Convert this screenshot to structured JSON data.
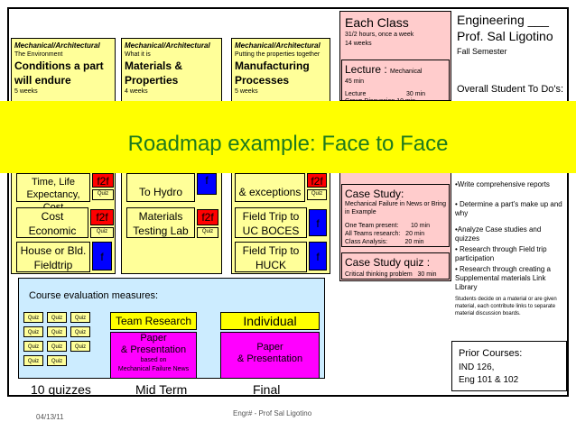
{
  "columns": [
    {
      "header": "Mechanical/Architectural",
      "sub": "The Environment",
      "title": "Conditions a part will endure",
      "duration": "5 weeks"
    },
    {
      "header": "Mechanical/Architectural",
      "sub": "What it is",
      "title": "Materials & Properties",
      "duration": "4 weeks"
    },
    {
      "header": "Mechanical/Architectural",
      "sub": "Putting the properties together",
      "title": "Manufacturing Processes",
      "duration": "5 weeks"
    }
  ],
  "row1": {
    "c1": "Time, Life Expectancy, Cost",
    "c1_quiz": "Quiz",
    "c1_tag": "f2f",
    "c2": "To Hydro",
    "c2_tag": "f",
    "c3": "& exceptions",
    "c3_quiz": "Quiz",
    "c3_tag": "f2f"
  },
  "row2": {
    "c1": "Cost Economic",
    "c1_quiz": "Quiz",
    "c1_tag": "f2f",
    "c2": "Materials Testing Lab",
    "c2_quiz": "Quiz",
    "c2_tag": "f2f",
    "c3": "Field Trip to UC BOCES",
    "c3_tag": "f"
  },
  "row3": {
    "c1": "House or Bld. Fieldtrip",
    "c1_tag": "f",
    "c3": "Field Trip to HUCK",
    "c3_tag": "f"
  },
  "each_class": {
    "title": "Each Class",
    "l1": "31/2 hours, once a week",
    "l2": "14 weeks",
    "lecture_title": "Lecture :",
    "lecture_sub": "Mechanical",
    "lecture_min": "45 min",
    "lecture_row": "Lecture",
    "lecture_row_min": "30 min",
    "group_cut": "Group Discussion   10 min"
  },
  "case_study": {
    "title": "Case Study:",
    "sub": "Mechanical Failure in News or Bring in Example",
    "r1": "One Team present:       10 min",
    "r2": "All Teams research:   20 min",
    "r3": "Class Analysis:          20 min",
    "quiz_title": "Case Study quiz :",
    "quiz_sub": "Critical thinking problem   30 min"
  },
  "right": {
    "title1": "Engineering ___",
    "title2": "Prof. Sal Ligotino",
    "semester": "Fall Semester",
    "overall": "Overall Student To Do's:",
    "b1": "•Write comprehensive reports",
    "b2": "• Determine a part’s make up and why",
    "b3": "•Analyze  Case studies and quizzes",
    "b4": "• Research through Field trip participation",
    "b5": "• Research through creating a Supplemental materials Link Library",
    "b6": "Students decide on a material or are given material, each contribute links to separate material discussion boards.",
    "prior_title": "Prior Courses:",
    "prior1": "IND 126,",
    "prior2": "Eng 101 & 102"
  },
  "overlay": "Roadmap example: Face to Face",
  "eval": {
    "title": "Course evaluation measures:",
    "quiz": "Quiz",
    "team_research": "Team Research",
    "individual": "Individual",
    "paper": "Paper",
    "presentation": "& Presentation",
    "based_on": "based on",
    "mech_failure": "Mechanical Failure News",
    "paper2": "Paper",
    "presentation2": "& Presentation"
  },
  "bottom": {
    "quizzes": "10 quizzes",
    "midterm": "Mid Term",
    "final": "Final"
  },
  "footer": {
    "date": "04/13/11",
    "center": "Engr# - Prof Sal Ligotino"
  },
  "colors": {
    "yellow": "#ffff99",
    "pink": "#ffcccc",
    "blue": "#ccecff",
    "red": "#ff0000",
    "navy": "#0000ff",
    "overlay_green": "#1e7a1e"
  }
}
